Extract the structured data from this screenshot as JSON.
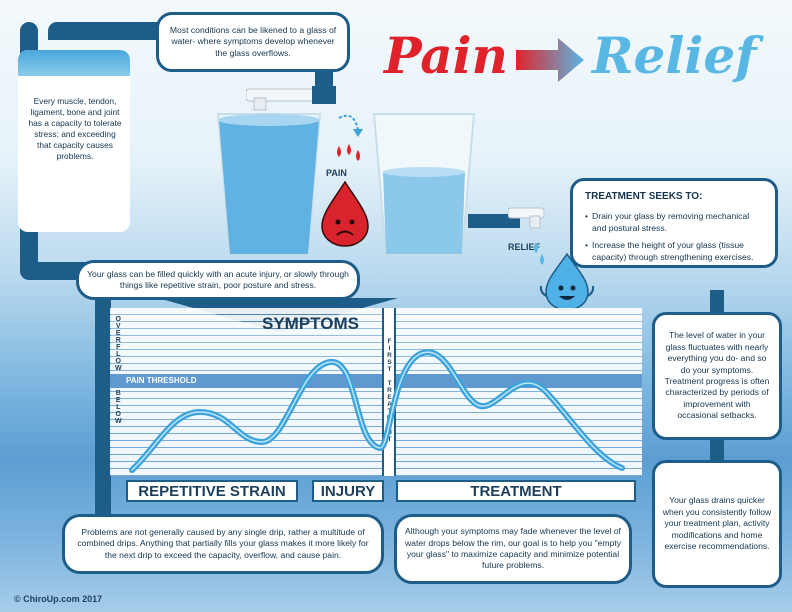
{
  "header": {
    "pain": "Pain",
    "relief": "Relief"
  },
  "callouts": {
    "glass_intro": "Most conditions can be likened to a glass of water- where symptoms develop whenever the glass overflows.",
    "capacity": "Every muscle, tendon, ligament, bone and joint has a capacity to tolerate stress; and exceeding that capacity causes problems.",
    "filled": "Your glass can be filled quickly with an acute injury, or slowly through things like repetitive strain, poor posture and stress.",
    "fluctuates": "The level of water in your glass fluctuates with nearly everything you do- and so do your symptoms. Treatment progress is often characterized by periods of improvement with occasional setbacks.",
    "drains": "Your glass drains quicker when you consistently follow your treatment plan, activity modifications and home exercise recommendations.",
    "drips": "Problems are not generally caused by any single drip, rather a multitude of combined drips. Anything that partially fills your glass makes it more likely for the next drip to exceed the capacity, overflow, and cause pain.",
    "fade": "Although your symptoms may fade whenever the level of water drops below the rim, our goal is to help you \"empty your glass\" to maximize capacity and minimize potential future problems."
  },
  "treatment_box": {
    "title": "TREATMENT SEEKS TO:",
    "bullets": [
      "Drain your glass by removing mechanical and postural stress.",
      "Increase the height of your glass (tissue capacity) through strengthening exercises."
    ]
  },
  "labels": {
    "pain": "PAIN",
    "relief": "RELIEF"
  },
  "chart": {
    "symptoms": "SYMPTOMS",
    "overflow": "OVERFLOW",
    "below": "BELOW",
    "pain_threshold": "PAIN THRESHOLD",
    "first_treatment": "FIRST TREATMENT",
    "phases": [
      "REPETITIVE STRAIN",
      "INJURY",
      "TREATMENT"
    ]
  },
  "footer": {
    "copyright": "© ChiroUp.com 2017"
  },
  "colors": {
    "navy": "#1d5d88",
    "pain_red": "#e0232b",
    "relief_blue": "#59b7e3",
    "line_blue": "#3aa3dc"
  }
}
